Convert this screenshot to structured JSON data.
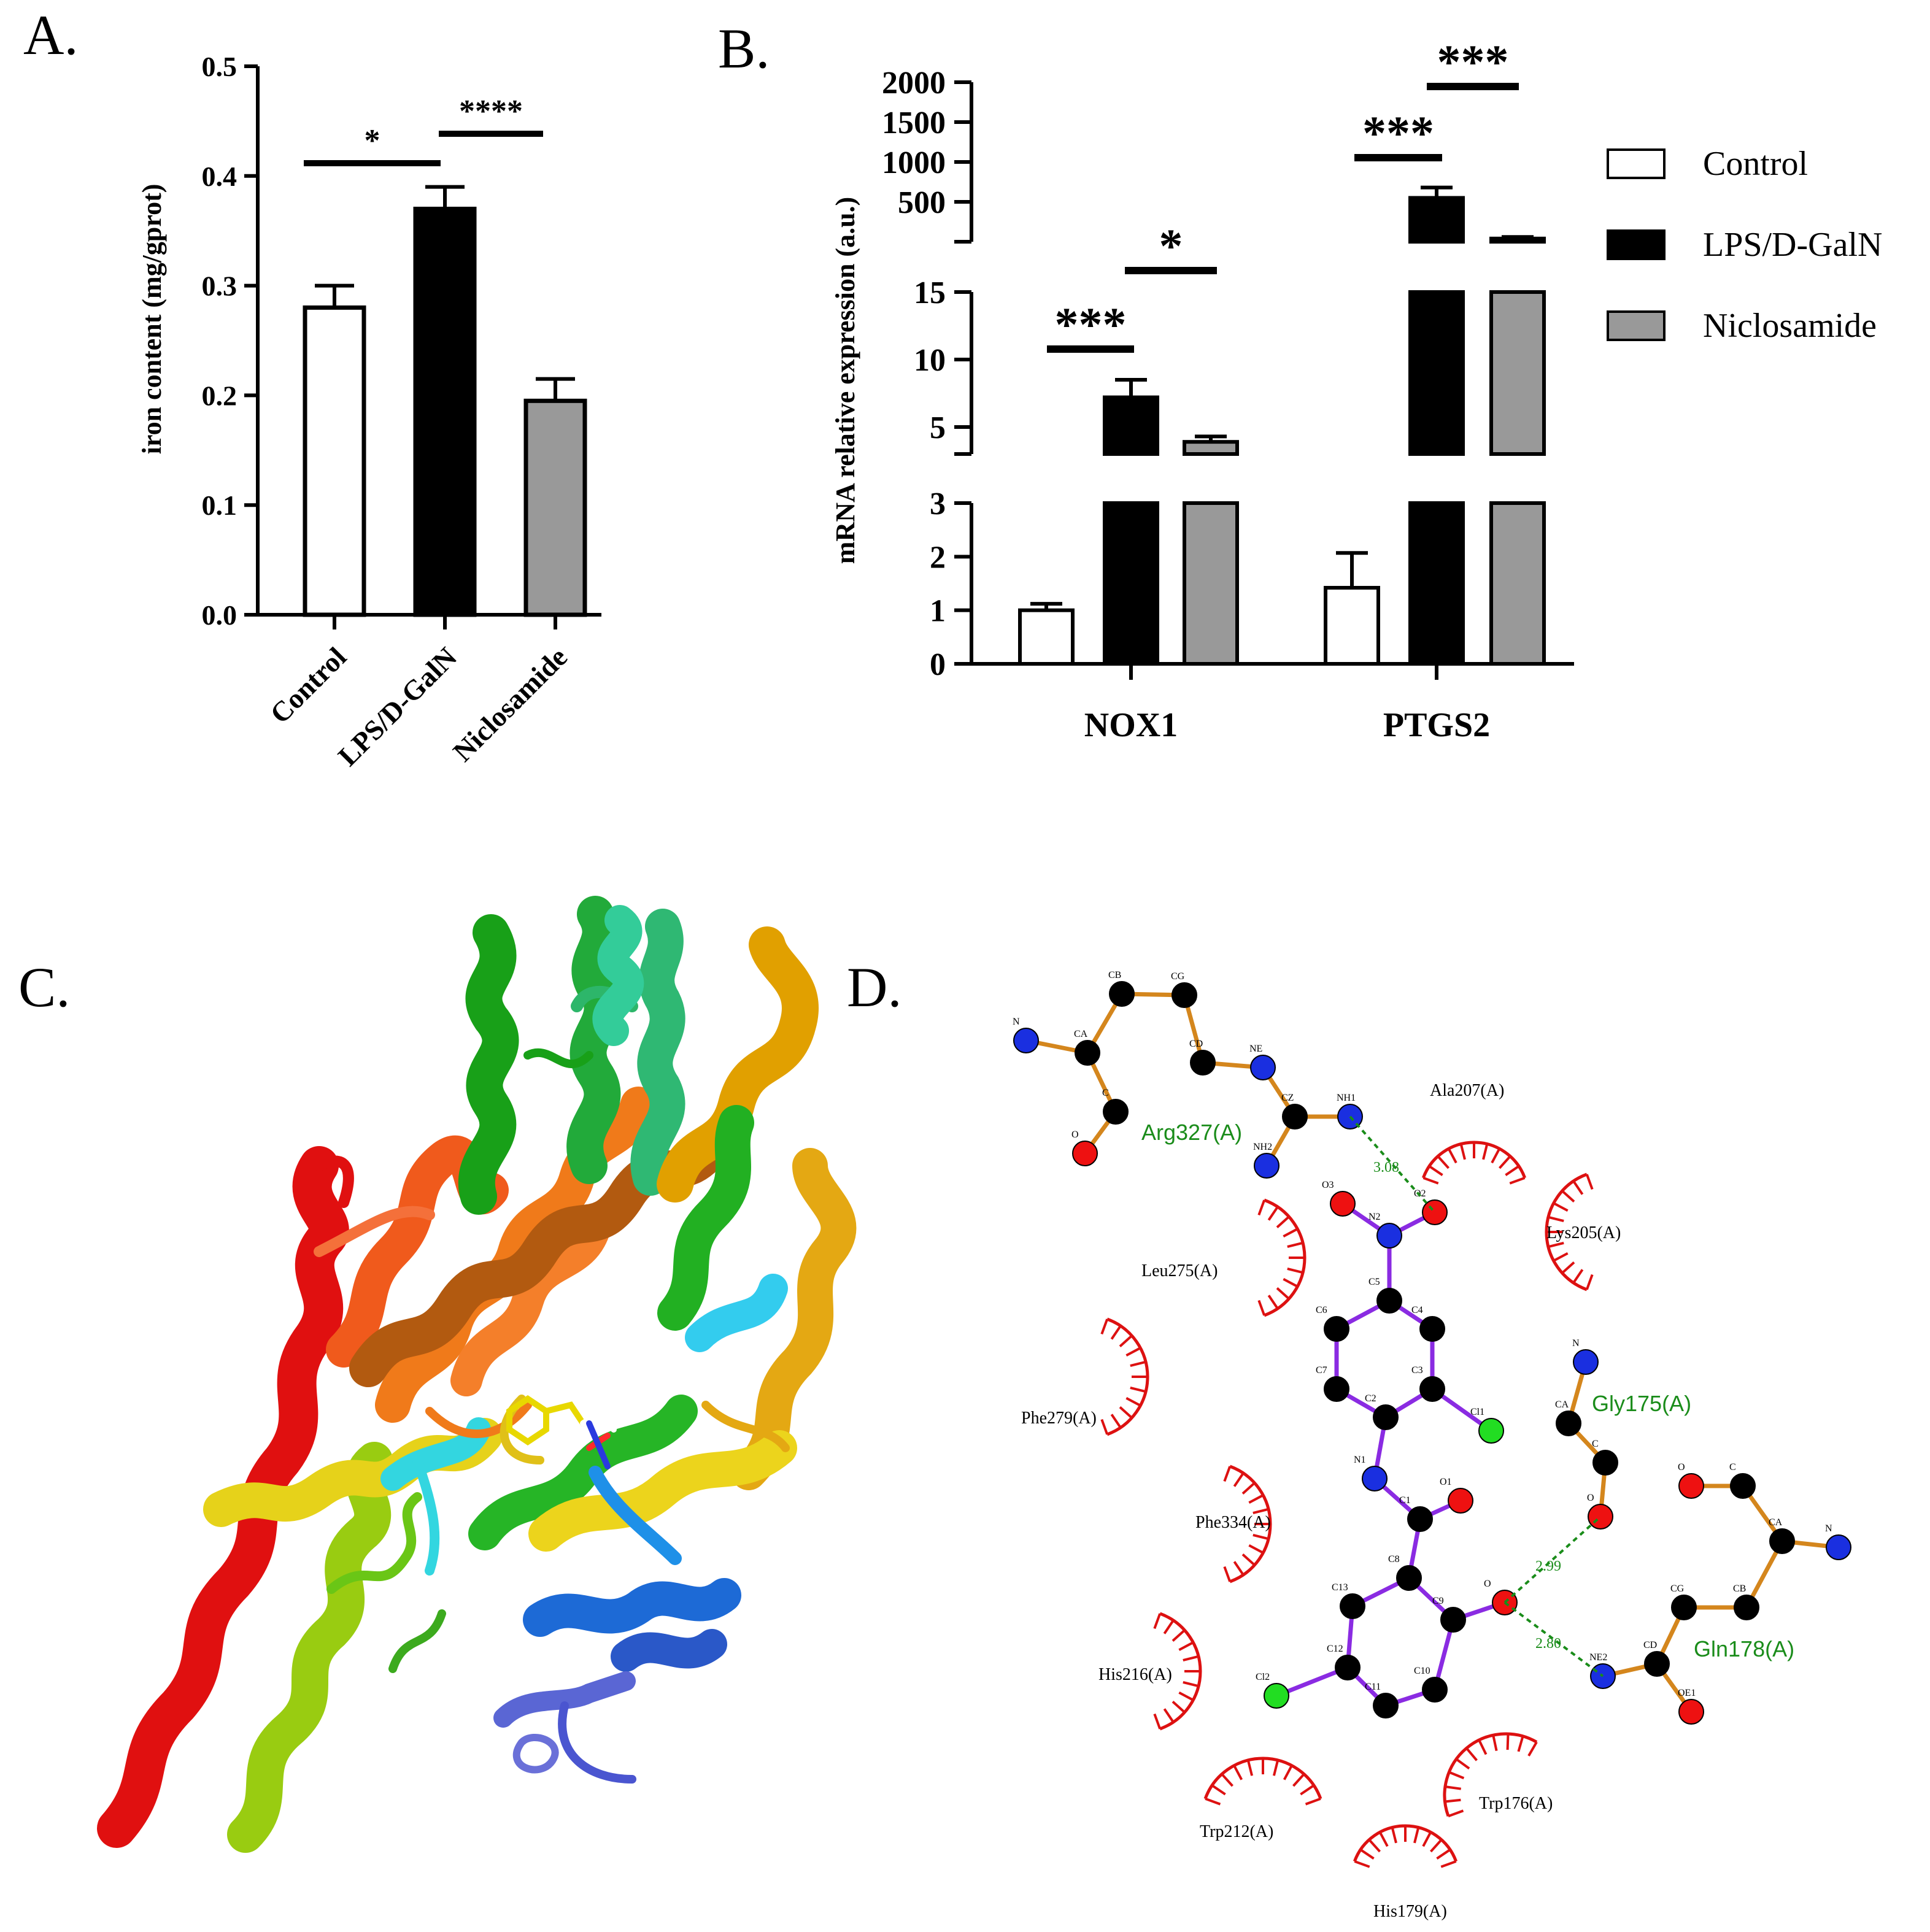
{
  "panels": {
    "a": "A.",
    "b": "B.",
    "c": "C.",
    "d": "D."
  },
  "colors": {
    "control": "#ffffff",
    "lps": "#000000",
    "niclosamide": "#999999",
    "hbond": "#1a8c1a",
    "hydrophobic": "#dd1111",
    "ligand_bond": "#8a2be2",
    "residue_bond": "#d4861d"
  },
  "chart_data": [
    {
      "id": "A",
      "type": "bar",
      "categories": [
        "Control",
        "LPS/D-GalN",
        "Niclosamide"
      ],
      "values": [
        0.28,
        0.37,
        0.195
      ],
      "errors": [
        0.02,
        0.02,
        0.02
      ],
      "fills": [
        "#ffffff",
        "#000000",
        "#999999"
      ],
      "ylabel": "iron content (mg/gprot)",
      "ylim": [
        0,
        0.5
      ],
      "yticks": [
        "0.0",
        "0.1",
        "0.2",
        "0.3",
        "0.4",
        "0.5"
      ],
      "ytick_values": [
        0,
        0.1,
        0.2,
        0.3,
        0.4,
        0.5
      ],
      "significance": [
        {
          "from": 0,
          "to": 1,
          "label": "*"
        },
        {
          "from": 1,
          "to": 2,
          "label": "****"
        }
      ]
    },
    {
      "id": "B",
      "type": "bar",
      "categories": [
        "NOX1",
        "PTGS2"
      ],
      "series": [
        {
          "name": "Control",
          "fill": "#ffffff",
          "values": [
            1.0,
            1.42
          ],
          "errors": [
            0.12,
            0.65
          ]
        },
        {
          "name": "LPS/D-GalN",
          "fill": "#000000",
          "values": [
            7.2,
            550
          ],
          "errors": [
            1.3,
            130
          ]
        },
        {
          "name": "Niclosamide",
          "fill": "#999999",
          "values": [
            3.9,
            40
          ],
          "errors": [
            0.4,
            20
          ]
        }
      ],
      "ylabel": "mRNA relative expression (a.u.)",
      "axis_segments": [
        {
          "range": [
            0,
            3
          ],
          "ticks": [
            "0",
            "1",
            "2",
            "3"
          ],
          "tick_values": [
            0,
            1,
            2,
            3
          ]
        },
        {
          "range": [
            3,
            15
          ],
          "ticks": [
            "5",
            "10",
            "15"
          ],
          "tick_values": [
            5,
            10,
            15
          ]
        },
        {
          "range": [
            0,
            2000
          ],
          "ticks": [
            "500",
            "1000",
            "1500",
            "2000"
          ],
          "tick_values": [
            500,
            1000,
            1500,
            2000
          ]
        }
      ],
      "significance": [
        {
          "group": 0,
          "from": 0,
          "to": 1,
          "label": "***"
        },
        {
          "group": 0,
          "from": 1,
          "to": 2,
          "label": "*"
        },
        {
          "group": 1,
          "from": 0,
          "to": 1,
          "label": "***"
        },
        {
          "group": 1,
          "from": 1,
          "to": 2,
          "label": "***"
        }
      ],
      "legend": [
        "Control",
        "LPS/D-GalN",
        "Niclosamide"
      ],
      "legend_position": "right"
    }
  ],
  "interaction": {
    "hbond_distances": [
      "3.08",
      "2.99",
      "2.80"
    ],
    "residues_hbond": [
      "Arg327(A)",
      "Gly175(A)",
      "Gln178(A)"
    ],
    "residues_hydrophobic": [
      "Ala207(A)",
      "Lys205(A)",
      "Leu275(A)",
      "Phe279(A)",
      "Phe334(A)",
      "His216(A)",
      "Trp212(A)",
      "Trp176(A)",
      "His179(A)"
    ],
    "atoms_arg": [
      "N",
      "CA",
      "CB",
      "CG",
      "CD",
      "NE",
      "CZ",
      "NH1",
      "NH2",
      "C",
      "O"
    ],
    "atoms_ligand": [
      "O3",
      "O2",
      "N2",
      "C5",
      "C6",
      "C4",
      "C7",
      "C3",
      "C2",
      "Cl1",
      "N1",
      "O1",
      "C1",
      "C8",
      "C13",
      "C9",
      "O",
      "C12",
      "Cl2",
      "C10",
      "C11"
    ],
    "atoms_gly": [
      "N",
      "CA",
      "C",
      "O"
    ],
    "atoms_gln": [
      "O",
      "C",
      "CA",
      "N",
      "CG",
      "CB",
      "CD",
      "NE2",
      "OE1"
    ]
  }
}
